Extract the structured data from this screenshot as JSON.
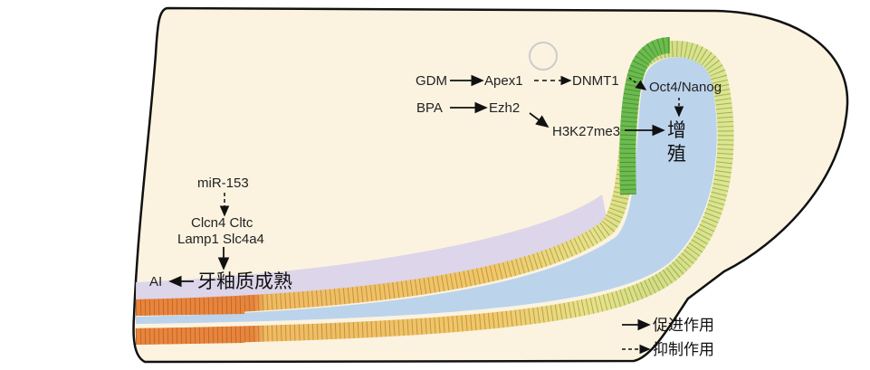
{
  "diagram": {
    "pathway_top": {
      "gdm": "GDM",
      "apex1": "Apex1",
      "dnmt1": "DNMT1",
      "oct4": "Oct4/Nanog"
    },
    "pathway_mid": {
      "bpa": "BPA",
      "ezh2": "Ezh2",
      "h3k27": "H3K27me3"
    },
    "proliferation": [
      "增",
      "殖"
    ],
    "pathway_left": {
      "mir": "miR-153",
      "genes_1": "Clcn4 Cltc",
      "genes_2": "Lamp1 Slc4a4",
      "ai": "AI",
      "maturation": "牙釉质成熟"
    },
    "legend": {
      "promote": "促进作用",
      "inhibit": "抑制作用"
    },
    "colors": {
      "background": "#fbf3e0",
      "enamel": "#d9d2ea",
      "pulp": "#bcd3ec",
      "maturation_cells": "#e8843c",
      "secretory_cells": "#f0c060",
      "early_cells": "#e6e48a",
      "stem_cells": "#6cbb4e"
    }
  }
}
